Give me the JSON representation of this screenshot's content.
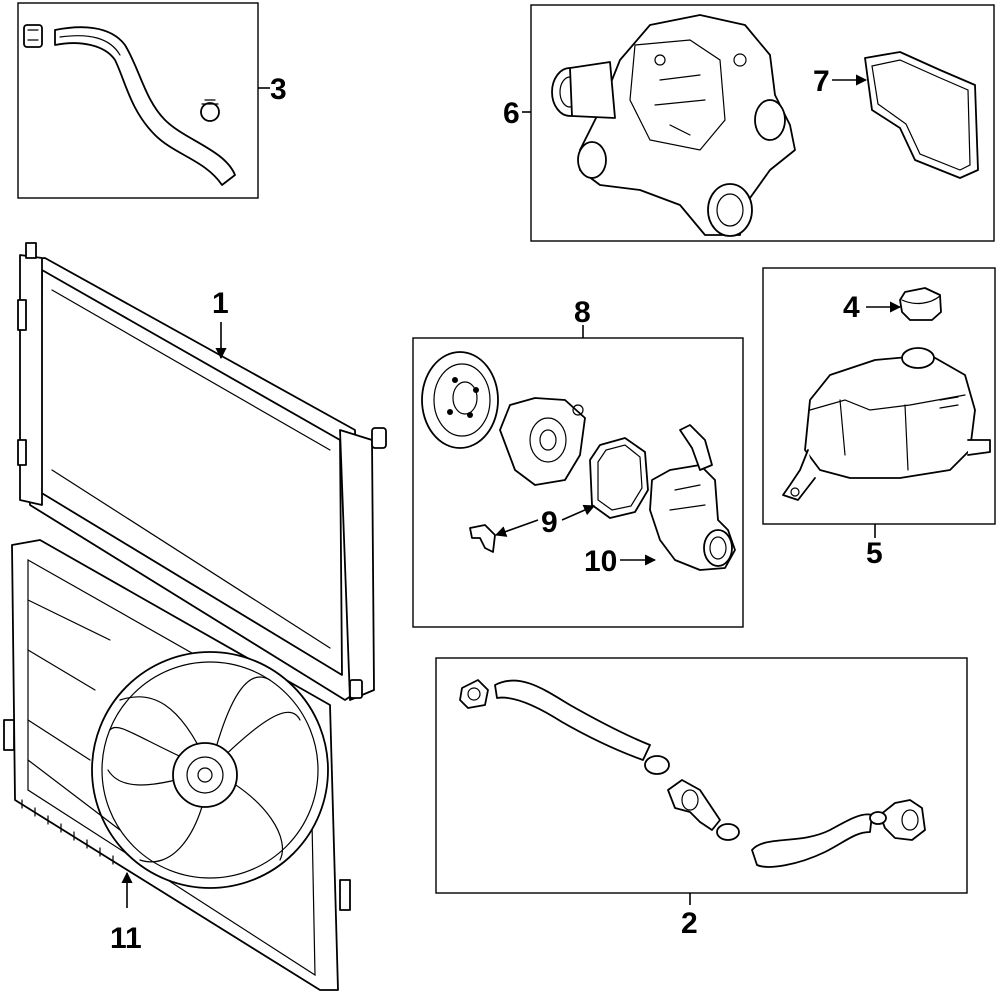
{
  "callouts": {
    "c1": "1",
    "c2": "2",
    "c3": "3",
    "c4": "4",
    "c5": "5",
    "c6": "6",
    "c7": "7",
    "c8": "8",
    "c9": "9",
    "c10": "10",
    "c11": "11"
  },
  "parts": [
    {
      "callout": "1",
      "icon": "radiator-icon"
    },
    {
      "callout": "2",
      "icon": "lower-hose-icon"
    },
    {
      "callout": "3",
      "icon": "upper-hose-icon"
    },
    {
      "callout": "4",
      "icon": "reservoir-cap-icon"
    },
    {
      "callout": "5",
      "icon": "coolant-reservoir-icon"
    },
    {
      "callout": "6",
      "icon": "thermostat-housing-icon"
    },
    {
      "callout": "7",
      "icon": "housing-gasket-icon"
    },
    {
      "callout": "8",
      "icon": "water-pump-assembly-icon"
    },
    {
      "callout": "9",
      "icon": "pump-gasket-icon"
    },
    {
      "callout": "10",
      "icon": "pump-housing-icon"
    },
    {
      "callout": "11",
      "icon": "fan-shroud-icon"
    }
  ]
}
